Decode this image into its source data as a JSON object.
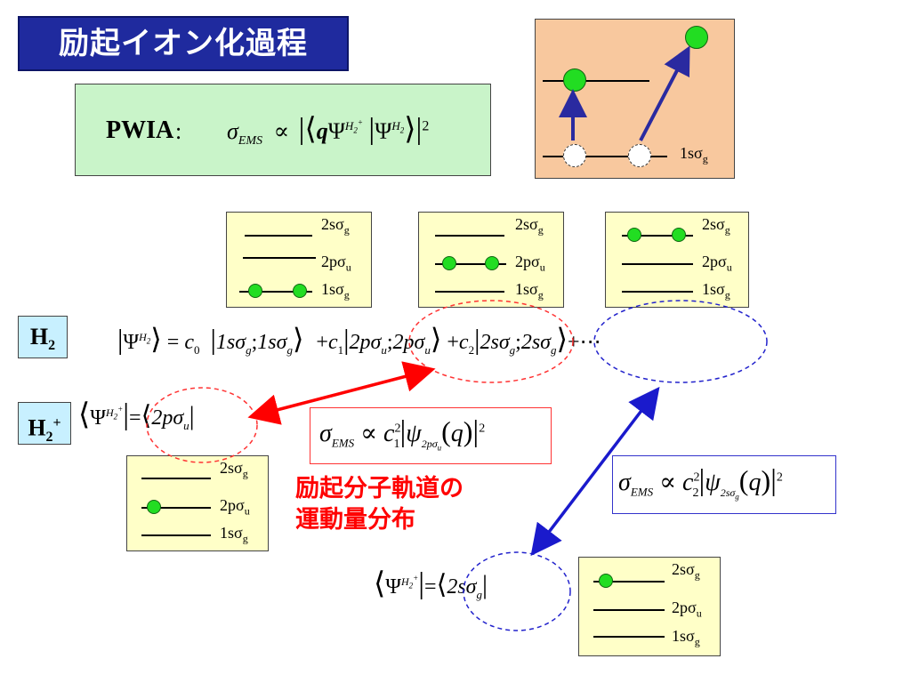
{
  "title": "励起イオン化過程",
  "pwia": {
    "label": "PWIA",
    "colon": ":"
  },
  "orbitals": {
    "o1": "1sσ",
    "o1sub": "g",
    "o2": "2pσ",
    "o2sub": "u",
    "o3": "2sσ",
    "o3sub": "g"
  },
  "h2_label": {
    "main": "H",
    "sub": "2"
  },
  "h2plus_label": {
    "main": "H",
    "sub": "2",
    "sup": "+"
  },
  "wavefunction": {
    "psi": "Ψ",
    "equals": "=",
    "c0": "c",
    "c0_sub": "0",
    "term0": "1sσ",
    "term0_sub": "g",
    "sep": ";",
    "plus": "+",
    "c1": "c",
    "c1_sub": "1",
    "term1": "2pσ",
    "term1_sub": "u",
    "c2": "c",
    "c2_sub": "2",
    "term2": "2sσ",
    "term2_sub": "g",
    "ellipsis": "⋯"
  },
  "annotation": {
    "line1": "励起分子軌道の",
    "line2": "運動量分布"
  },
  "formulas": {
    "sigma": "σ",
    "ems": "EMS",
    "prop": "∝",
    "c1": "c",
    "c1_sub": "1",
    "c2": "c",
    "c2_sub": "2",
    "sq": "2",
    "psi": "ψ",
    "q": "q",
    "orb1": "2pσ",
    "orb1_sub": "u",
    "orb2": "2sσ",
    "orb2_sub": "g",
    "bold_q": "q",
    "Psi": "Ψ",
    "H2": "H",
    "H2_sub": "2",
    "H2p_sup": "+"
  },
  "colors": {
    "title_bg": "#1f2a9e",
    "pwia_bg": "#c9f4c9",
    "level_box_bg": "#ffffc8",
    "orange_bg": "#f8c89e",
    "electron": "#22dd22",
    "red": "#ff0000",
    "blue": "#1a1acc",
    "h_label_bg": "#c8f0ff"
  }
}
